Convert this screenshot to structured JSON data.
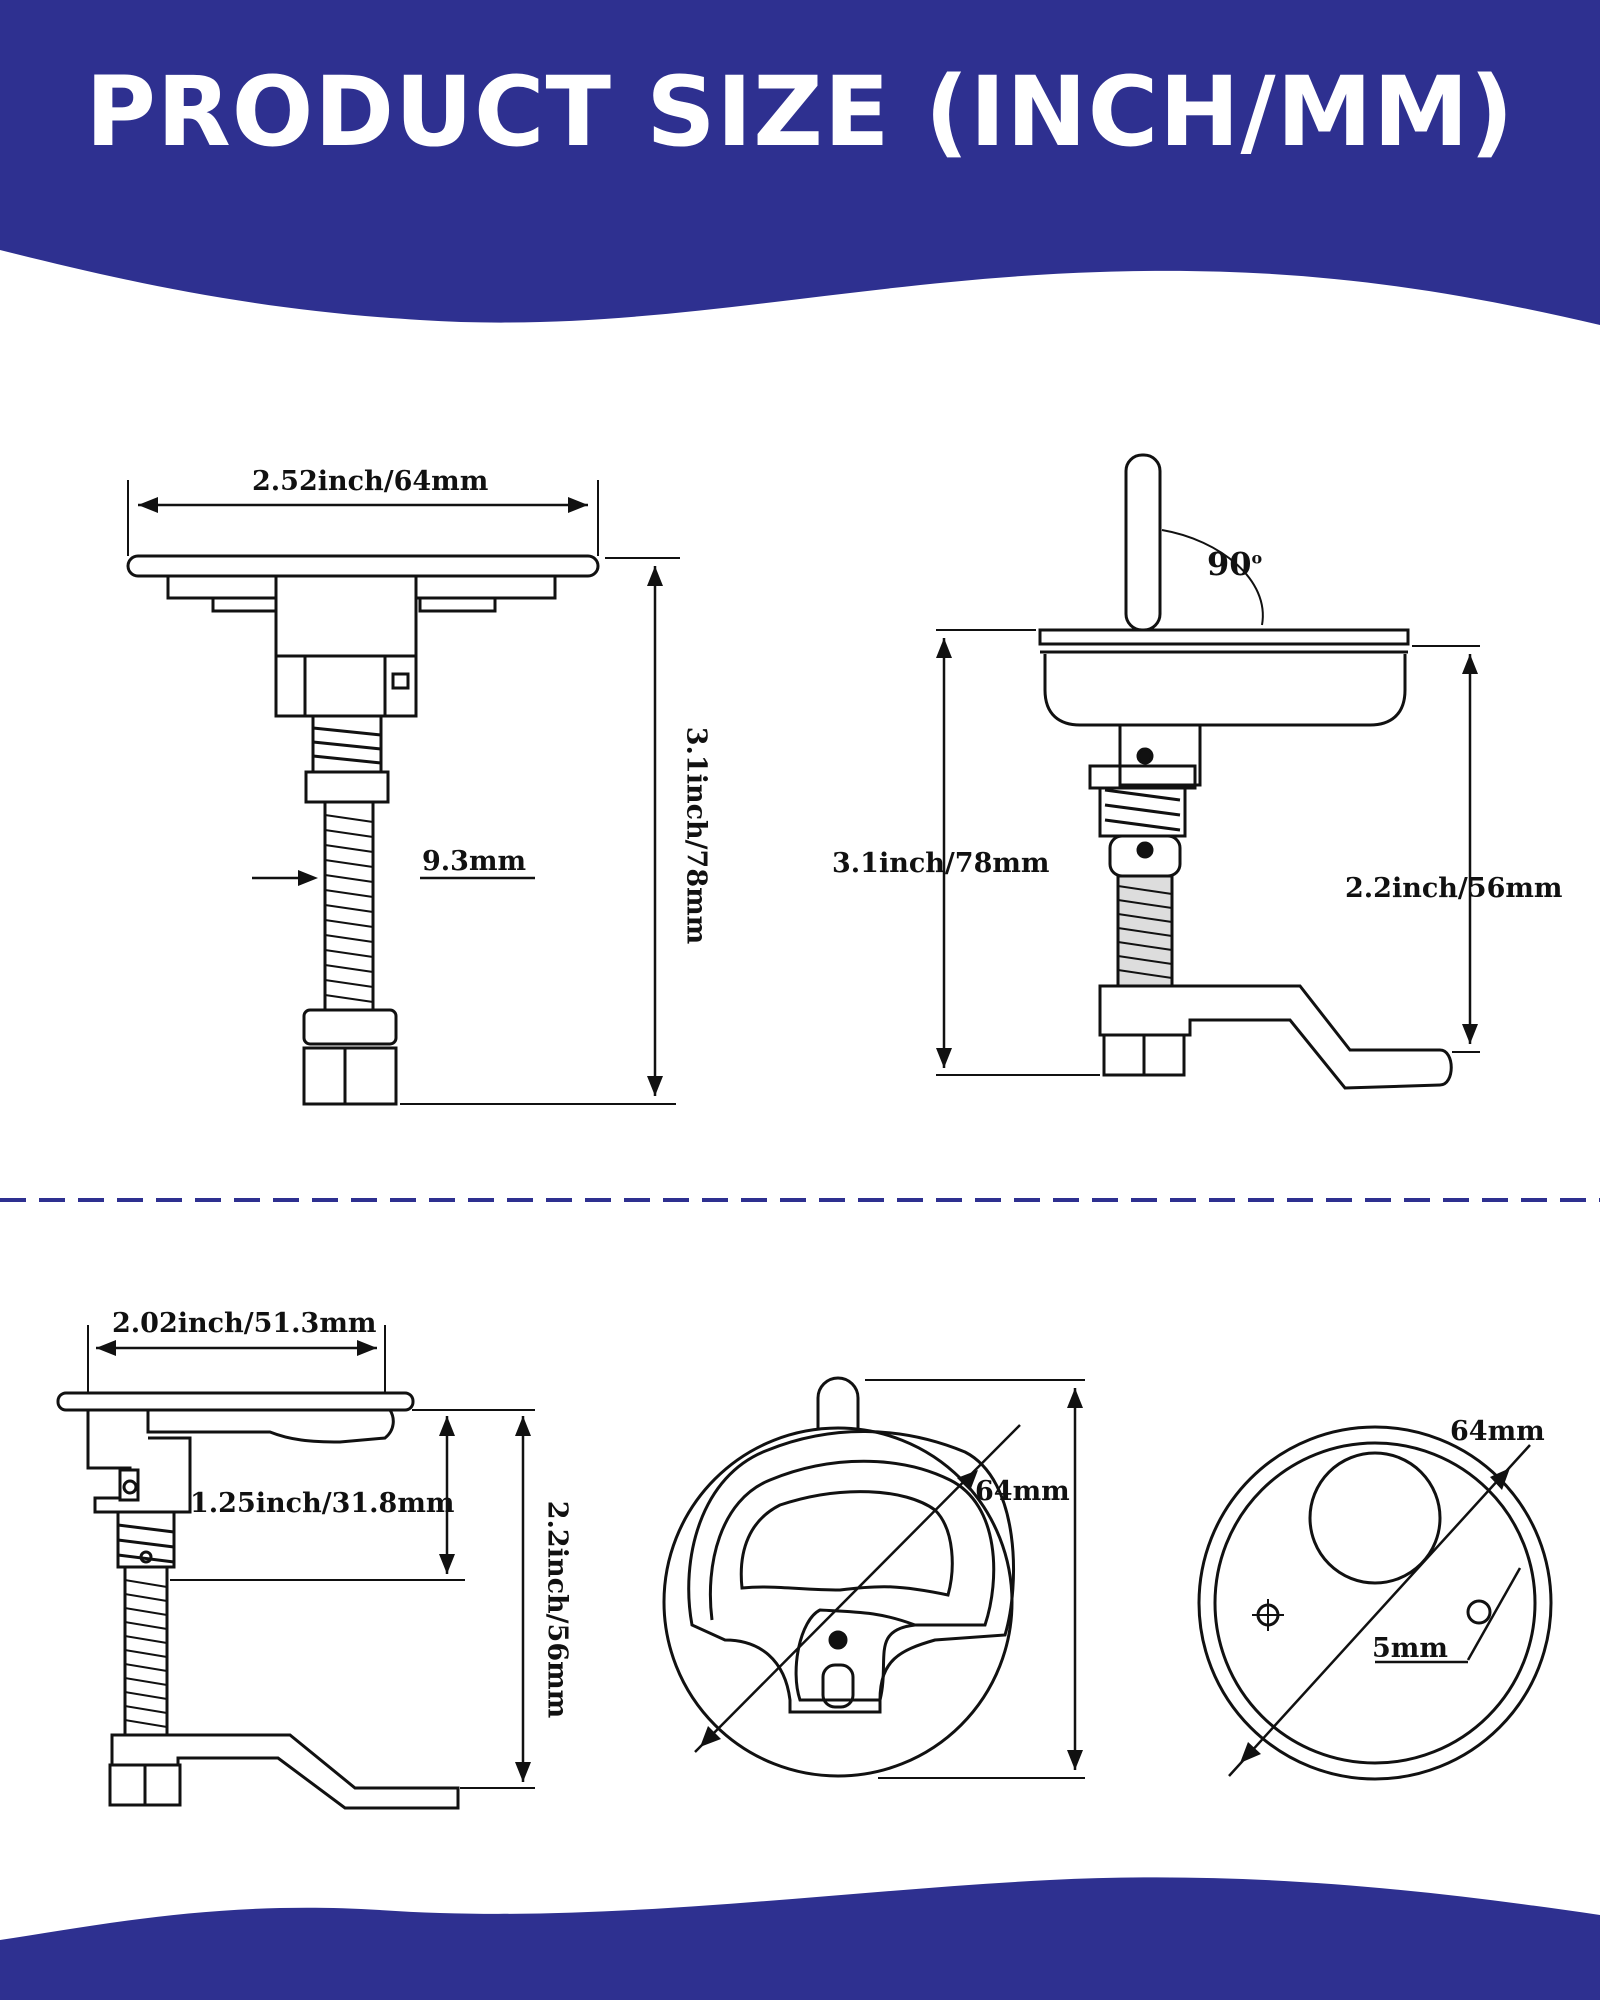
{
  "header": {
    "title": "PRODUCT SIZE (INCH/MM)",
    "background_color": "#2e3090",
    "text_color": "#ffffff"
  },
  "diagrams": {
    "front_view": {
      "width_label": "2.52inch/64mm",
      "height_label": "3.1inch/78mm",
      "shaft_label": "9.3mm"
    },
    "angle_view": {
      "angle_label": "90",
      "angle_unit": "o",
      "total_height_label": "3.1inch/78mm",
      "cam_height_label": "2.2inch/56mm"
    },
    "side_view": {
      "width_label": "2.02inch/51.3mm",
      "depth_label": "1.25inch/31.8mm",
      "height_label": "2.2inch/56mm"
    },
    "top_view": {
      "diameter_label": "64mm"
    },
    "cutout_view": {
      "diameter_label": "64mm",
      "hole_label": "5mm"
    }
  },
  "colors": {
    "accent": "#2e3090",
    "line": "#111111"
  }
}
